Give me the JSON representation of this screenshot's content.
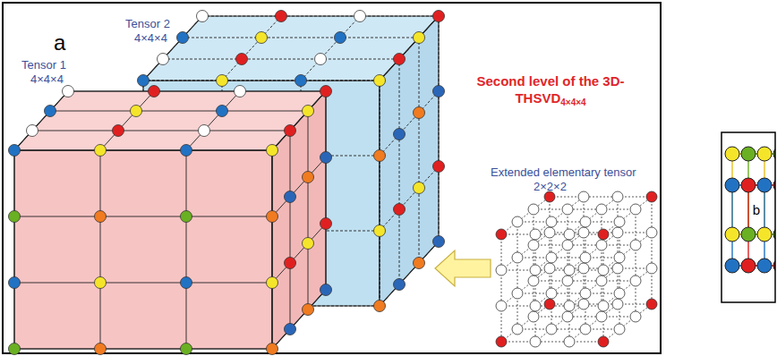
{
  "diagram": {
    "labels": [
      "a",
      "Tensor 1",
      "4×4×4",
      "Tensor 2",
      "4×4×4",
      "Second level of the 3D-THSVD",
      "4×4×4",
      "Extended elementary tensor",
      "2×2×2",
      "b"
    ]
  }
}
